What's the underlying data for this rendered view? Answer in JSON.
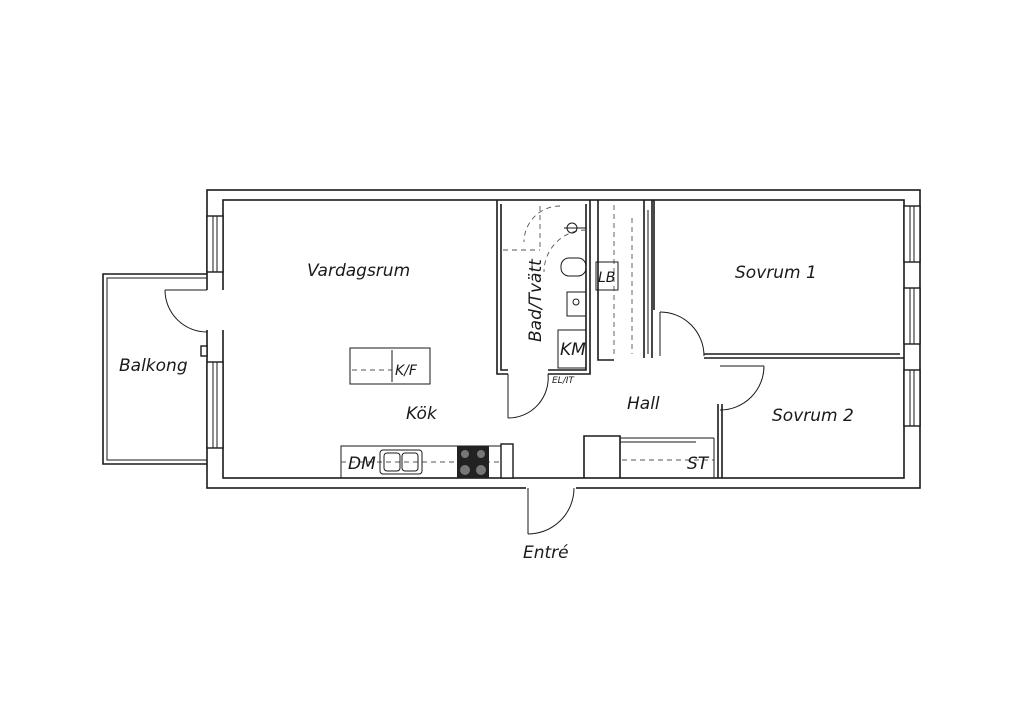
{
  "rooms": {
    "vardagsrum": "Vardagsrum",
    "balkong": "Balkong",
    "kok": "Kök",
    "bad": "Bad/Tvätt",
    "hall": "Hall",
    "sovrum1": "Sovrum 1",
    "sovrum2": "Sovrum 2",
    "entre": "Entré"
  },
  "fixtures": {
    "kf": "K/F",
    "dm": "DM",
    "km": "KM",
    "lb": "LB",
    "elit": "EL/IT",
    "st": "ST"
  }
}
